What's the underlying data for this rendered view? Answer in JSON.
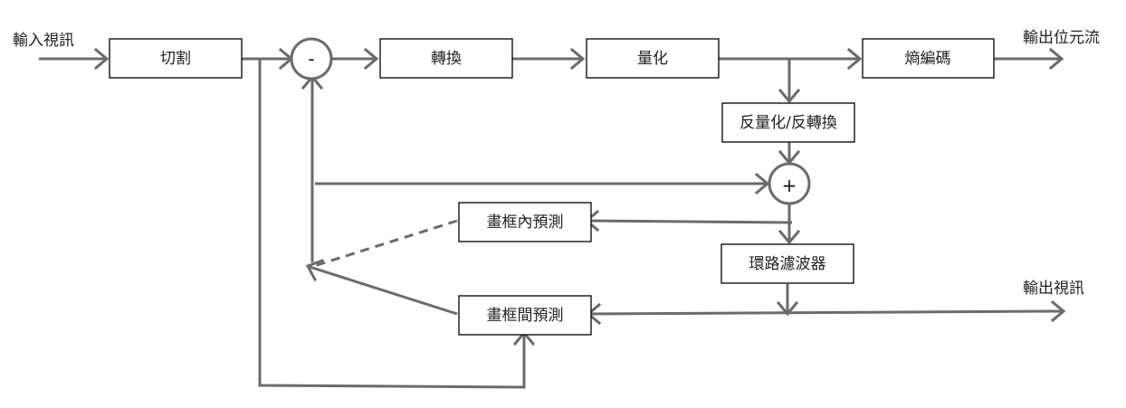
{
  "diagram": {
    "title": "Video encoder block diagram",
    "labels": {
      "input_video": "輸入視訊",
      "output_bitstream": "輸出位元流",
      "output_video": "輸出視訊"
    },
    "blocks": {
      "partition": "切割",
      "transform": "轉換",
      "quantization": "量化",
      "entropy_coding": "熵編碼",
      "inverse_quant_transform": "反量化/反轉換",
      "intra_prediction": "畫框內預測",
      "loop_filter": "環路濾波器",
      "inter_prediction": "畫框間預測"
    },
    "operators": {
      "subtract": "-",
      "add": "+"
    },
    "colors": {
      "line": "#6b6b6b",
      "box_border": "#000000",
      "text": "#222222"
    }
  }
}
